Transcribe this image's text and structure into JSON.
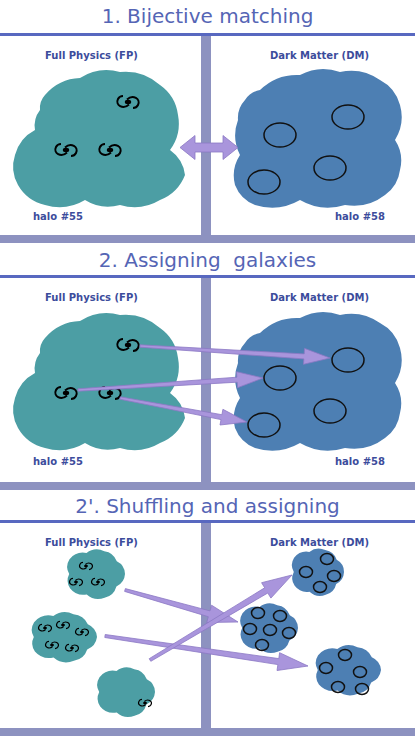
{
  "diagram": {
    "nodes": [
      {
        "text": [
          "1. Bijective matching"
        ]
      },
      {
        "text": [
          "Full Physics (FP)"
        ],
        "in": 0
      },
      {
        "text": [
          "halo #55"
        ],
        "in": 1
      },
      {
        "text": [
          "Dark Matter (DM)"
        ],
        "in": 0
      },
      {
        "text": [
          "halo #58"
        ],
        "in": 3
      },
      {
        "text": [
          "2. Assigning  galaxies"
        ]
      },
      {
        "text": [
          "Full Physics (FP)"
        ],
        "in": 5
      },
      {
        "text": [
          "halo #55"
        ],
        "in": 6
      },
      {
        "text": [
          "Dark Matter (DM)"
        ],
        "in": 5
      },
      {
        "text": [
          "halo #58"
        ],
        "in": 8
      },
      {
        "text": [
          "2'. Shuffling and assigning"
        ]
      },
      {
        "text": [
          "Full Physics (FP)"
        ],
        "in": 10
      },
      {
        "text": [
          "Dark Matter (DM)"
        ],
        "in": 10
      }
    ],
    "edges": [
      {
        "from": 2,
        "to": 4,
        "arrow": "both"
      }
    ]
  }
}
